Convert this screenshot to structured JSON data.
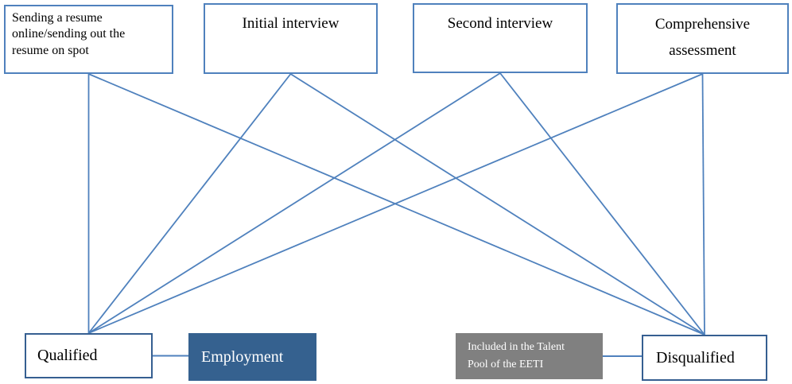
{
  "nodes": {
    "resume": {
      "label": "Sending a resume\nonline/sending out the\nresume on spot"
    },
    "initial": {
      "label": "Initial interview"
    },
    "second": {
      "label": "Second interview"
    },
    "comprehensive": {
      "label": "Comprehensive\nassessment"
    },
    "qualified": {
      "label": "Qualified"
    },
    "employment": {
      "label": "Employment"
    },
    "talent": {
      "label": "Included in the Talent\nPool of the EETI"
    },
    "disqualified": {
      "label": "Disqualified"
    }
  },
  "edges": [
    {
      "from": "resume",
      "to": "qualified"
    },
    {
      "from": "resume",
      "to": "disqualified"
    },
    {
      "from": "initial",
      "to": "qualified"
    },
    {
      "from": "initial",
      "to": "disqualified"
    },
    {
      "from": "second",
      "to": "qualified"
    },
    {
      "from": "second",
      "to": "disqualified"
    },
    {
      "from": "comprehensive",
      "to": "qualified"
    },
    {
      "from": "comprehensive",
      "to": "disqualified"
    }
  ],
  "connectors": [
    {
      "from": "qualified",
      "to": "employment"
    },
    {
      "from": "talent",
      "to": "disqualified"
    }
  ],
  "colors": {
    "edge": "#4f81bd",
    "top_box_border": "#4f81bd",
    "outcome_box_border": "#365f91",
    "employment_fill": "#35618f",
    "talent_pool_fill": "#808080",
    "light_text": "#ffffff",
    "dark_text": "#000000",
    "background": "#ffffff"
  }
}
